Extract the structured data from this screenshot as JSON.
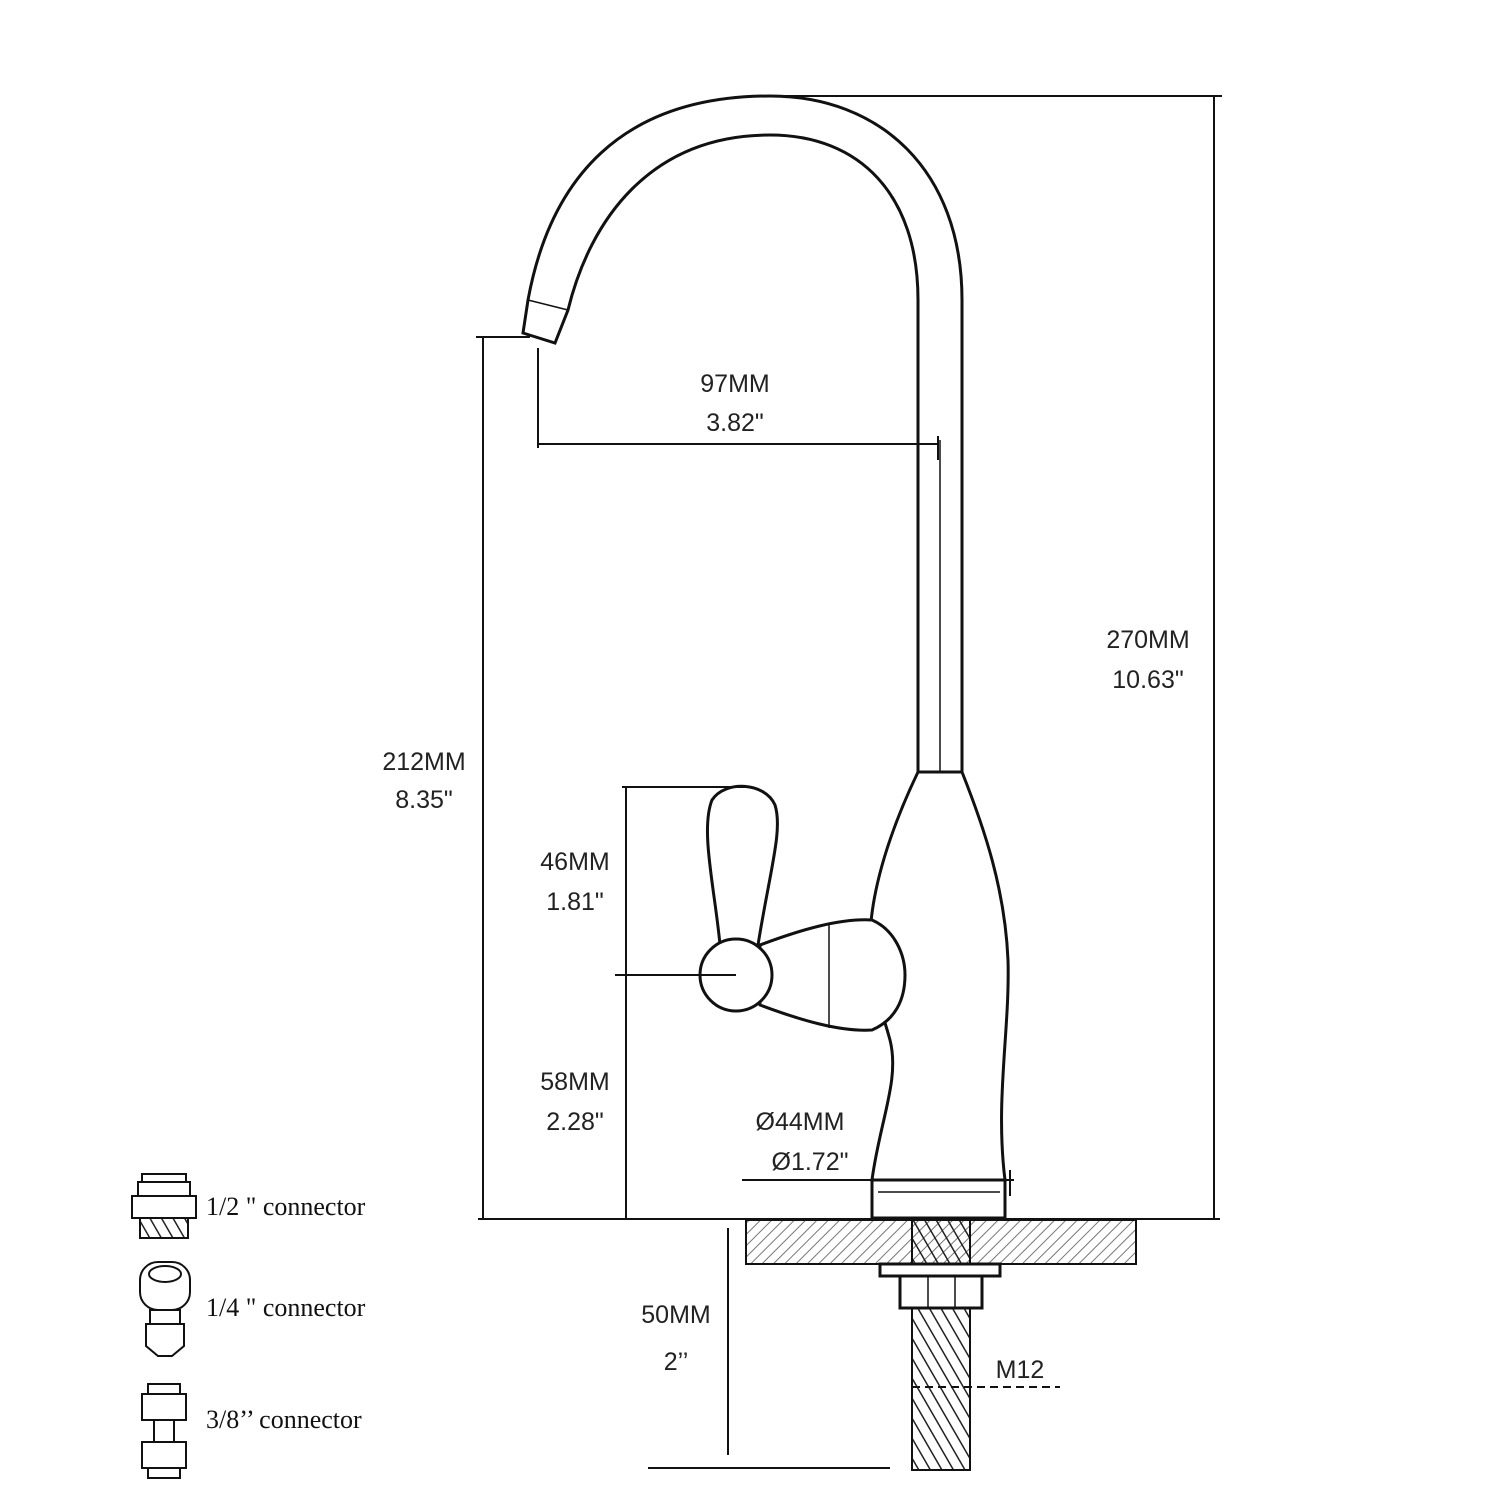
{
  "dimensions": {
    "height_total": {
      "mm": "270MM",
      "in": "10.63\""
    },
    "spout_height": {
      "mm": "212MM",
      "in": "8.35\""
    },
    "spout_reach": {
      "mm": "97MM",
      "in": "3.82\""
    },
    "handle_height": {
      "mm": "46MM",
      "in": "1.81\""
    },
    "handle_base_height": {
      "mm": "58MM",
      "in": "2.28\""
    },
    "base_diameter": {
      "mm": "Ø44MM",
      "in": "Ø1.72\""
    },
    "shank_length": {
      "mm": "50MM",
      "in": "2’’"
    },
    "thread": "M12"
  },
  "connectors": [
    {
      "label": "1/2 \" connector",
      "icon": "half-inch-connector-icon"
    },
    {
      "label": "1/4 \" connector",
      "icon": "quarter-inch-connector-icon"
    },
    {
      "label": "3/8’’ connector",
      "icon": "three-eighths-connector-icon"
    }
  ]
}
